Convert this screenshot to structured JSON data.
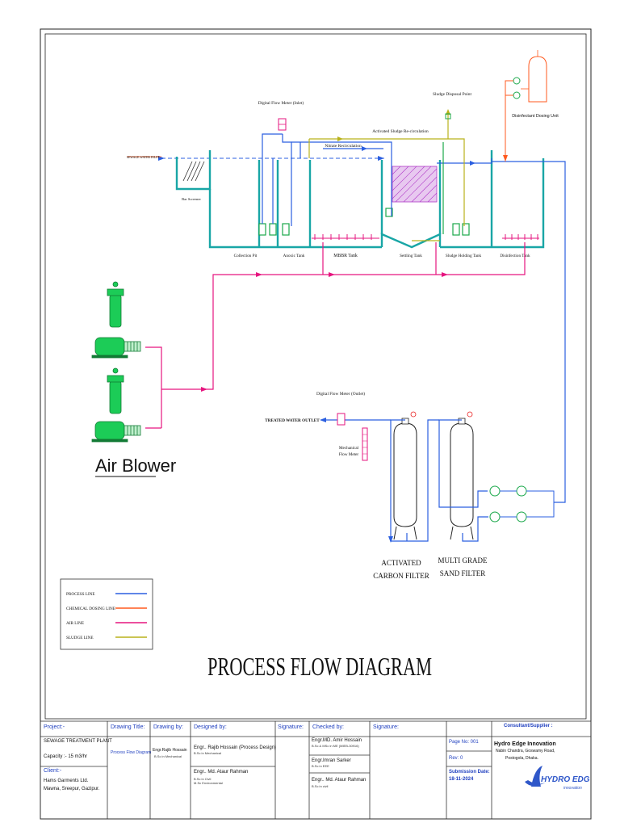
{
  "title": "PROCESS FLOW  DIAGRAM",
  "air_blower_label": "Air Blower",
  "labels": {
    "flow_meter_inlet": "Digital Flow Meter (Inlet)",
    "sludge_disposal": "Sludge Disposal Point",
    "disinfectant_unit": "Disinfectant Dosing Unit",
    "activated_sludge": "Activated Sludge Re-circulation",
    "nitrate_recirc": "Nitrate Recirculation",
    "sewage_inlet": "SEWAGE WATER INLET",
    "bar_screener": "Bar Screener",
    "collection_pit": "Collection Pit",
    "anoxic_tank": "Anoxic Tank",
    "mbbr_tank": "MBBR Tank",
    "settling_tank": "Settling Tank",
    "sludge_holding": "Sludge Holding Tank",
    "disinfection_tank": "Disinfection Tank",
    "flow_meter_outlet": "Digital Flow Meter (Outlet)",
    "treated_outlet": "TREATED WATER OUTLET",
    "mech_flow_meter_1": "Mechanical",
    "mech_flow_meter_2": "Flow Meter",
    "acf_1": "ACTIVATED",
    "acf_2": "CARBON FILTER",
    "msf_1": "MULTI GRADE",
    "msf_2": "SAND FILTER"
  },
  "legend": [
    {
      "label": "PROCESS LINE",
      "color": "#2b5fe0"
    },
    {
      "label": "CHEMICAL DOSING LINE",
      "color": "#ff5a1f"
    },
    {
      "label": "AIR LINE",
      "color": "#e6157f"
    },
    {
      "label": "SLUDGE LINE",
      "color": "#b9b21a"
    }
  ],
  "colors": {
    "tank": "#19a6a6",
    "process": "#2b5fe0",
    "air": "#e6157f",
    "chem": "#ff5a1f",
    "sludge": "#b9b21a",
    "equipment": "#1aa84a",
    "media": "#b03cc8"
  },
  "title_block": {
    "project_h": "Project:-",
    "project": "SEWAGE TREATMENT PLANT",
    "capacity": "Capacity :- 15 m3/hr",
    "client_h": "Client:-",
    "client_1": "Hams Garments Ltd.",
    "client_2": "Mawna, Sreepur, Gazipur.",
    "drawing_title_h": "Drawing Title:",
    "drawing_title": "Process Flow Diagram",
    "drawing_by_h": "Drawing by:",
    "drawing_by": "Engr.Rajib Hossain",
    "drawing_by_q": "B.Sc in Mechanical",
    "designed_by_h": "Designed by:",
    "designed_1": "Engr.. Rajib Hossain (Process Design)",
    "designed_1q": "B.Sc in Mechanical",
    "designed_2": "Engr.. Md. Ataur Rahman",
    "designed_2q1": "B.Sc in Civil",
    "designed_2q2": "M.Sc Environmental",
    "signature_h": "Signature:",
    "checked_by_h": "Checked by:",
    "checked_1": "Engr.MD. Amir Hossain",
    "checked_1q": "B.Sc & MSc in ME (MIEB-30916)",
    "checked_2": "Engr.Imran Sarker",
    "checked_2q": "B.Sc in EEE",
    "checked_3": "Engr.. Md. Ataur Rahman",
    "checked_3q": "B.Sc in civil",
    "signature2_h": "Signature:",
    "page_no": "Page No:  001",
    "rev": "Rev: 0",
    "submission_h": "Submission Date:",
    "submission": "18-11-2024",
    "consultant_h": "Consultant/Supplier :",
    "company": "Hydro Edge Innovation",
    "address_1": "Nabin Chandra, Goswamy Road,",
    "address_2": "Postogola, Dhaka.",
    "logo_text": "HYDRO EDGE",
    "logo_sub": "innovation"
  }
}
